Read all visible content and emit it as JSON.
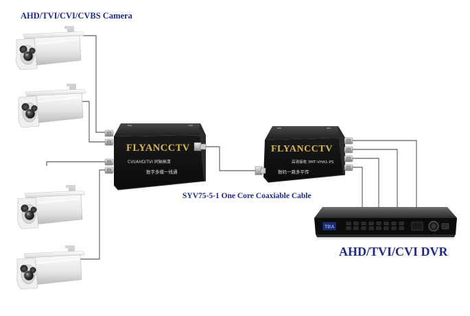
{
  "camera_label": "AHD/TVI/CVI/CVBS Camera",
  "cable_label": "SYV75-5-1 One Core Coaxiable Cable",
  "dvr_label": "AHD/TVI/CVI DVR",
  "transmitter": {
    "brand": "FLYANCCTV",
    "model_text": "CVI/AHD/TVI 同轴高清",
    "subtitle": "数字多模一线通"
  },
  "receiver": {
    "brand": "FLYANCCTV",
    "model_text": "高清接收 ЗМТ-VHA1-PS",
    "subtitle": "数码一路多平传"
  },
  "dvr": {
    "brand": "TBA"
  },
  "colors": {
    "label_blue": "#1d2a8a",
    "brand_gold": "#d8b850",
    "cable": "#333333"
  }
}
